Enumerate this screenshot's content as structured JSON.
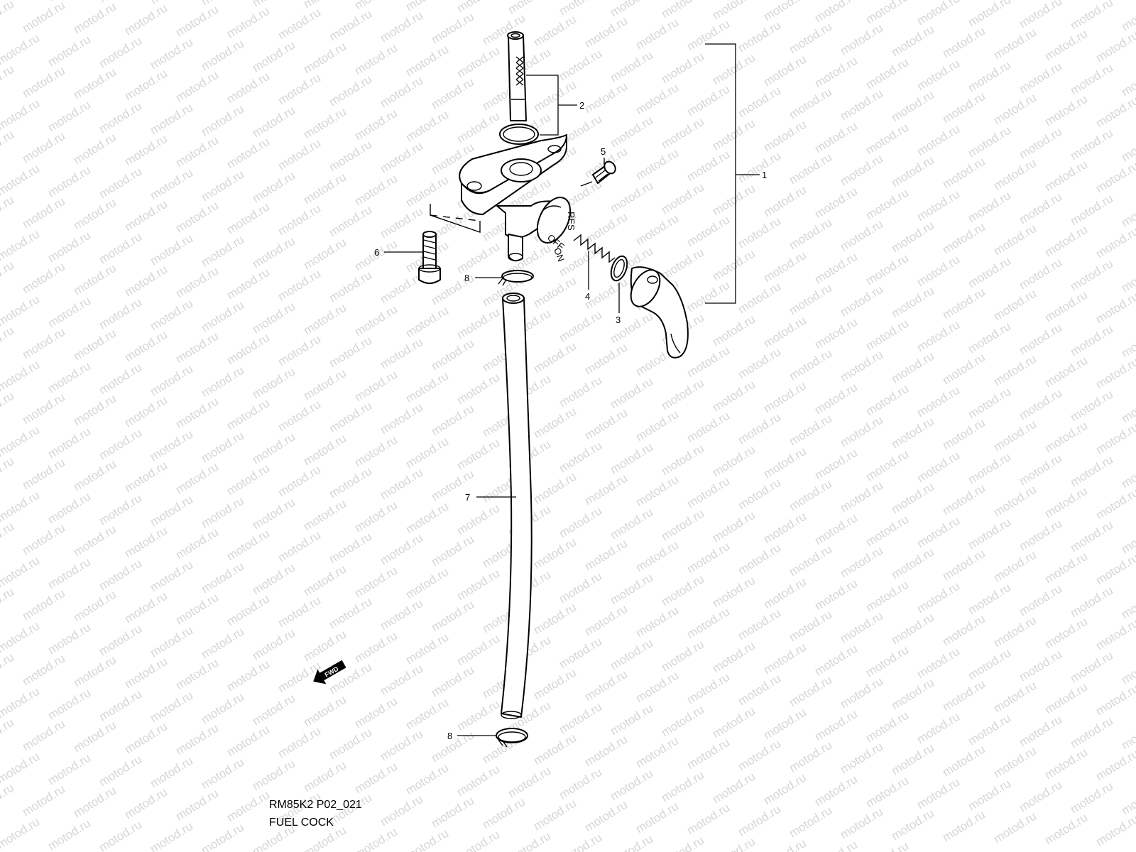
{
  "watermark": {
    "text": "motod.ru"
  },
  "callouts": {
    "c1": "1",
    "c2": "2",
    "c3": "3",
    "c4": "4",
    "c5": "5",
    "c6": "6",
    "c7": "7",
    "c8a": "8",
    "c8b": "8"
  },
  "lever_marks": {
    "off": "OFF",
    "on": "ON",
    "res": "RES"
  },
  "fwd_label": "FWD",
  "caption": {
    "code": "RM85K2 P02_021",
    "title": "FUEL COCK"
  }
}
